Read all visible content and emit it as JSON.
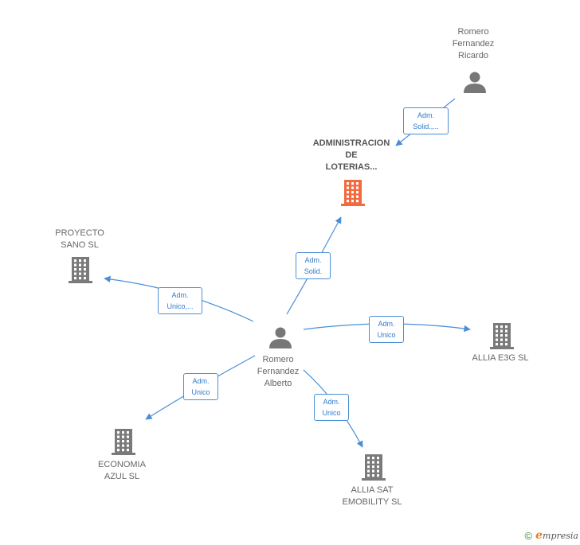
{
  "colors": {
    "edge": "#4a8fd6",
    "company": "#7a7a7a",
    "focus": "#f26a3d",
    "person": "#777777"
  },
  "nodes": [
    {
      "id": "adm",
      "type": "company",
      "focus": true,
      "label": "ADMINISTRACION\nDE\nLOTERIAS..."
    },
    {
      "id": "ricardo",
      "type": "person",
      "label": "Romero\nFernandez\nRicardo"
    },
    {
      "id": "alberto",
      "type": "person",
      "label": "Romero\nFernandez\nAlberto"
    },
    {
      "id": "proyecto",
      "type": "company",
      "label": "PROYECTO\nSANO SL"
    },
    {
      "id": "allia_e3g",
      "type": "company",
      "label": "ALLIA E3G SL"
    },
    {
      "id": "economia",
      "type": "company",
      "label": "ECONOMIA\nAZUL SL"
    },
    {
      "id": "allia_sat",
      "type": "company",
      "label": "ALLIA SAT\nEMOBILITY SL"
    }
  ],
  "edges": [
    {
      "from": "ricardo",
      "to": "adm",
      "label": "Adm.\nSolid.,..."
    },
    {
      "from": "alberto",
      "to": "adm",
      "label": "Adm.\nSolid."
    },
    {
      "from": "alberto",
      "to": "proyecto",
      "label": "Adm.\nUnico,..."
    },
    {
      "from": "alberto",
      "to": "allia_e3g",
      "label": "Adm.\nUnico"
    },
    {
      "from": "alberto",
      "to": "economia",
      "label": "Adm.\nUnico"
    },
    {
      "from": "alberto",
      "to": "allia_sat",
      "label": "Adm.\nUnico"
    }
  ],
  "footer": {
    "copyright": "©",
    "brand_initial": "e",
    "brand_rest": "mpresia"
  }
}
